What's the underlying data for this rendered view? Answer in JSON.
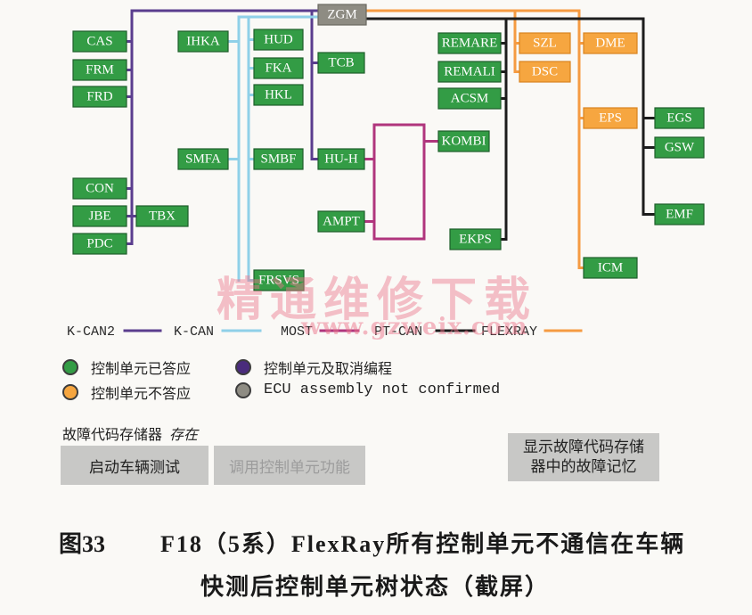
{
  "network": {
    "gateway": {
      "label": "ZGM",
      "status": "not_confirmed"
    },
    "ecus": [
      {
        "label": "CAS",
        "status": "responding"
      },
      {
        "label": "FRM",
        "status": "responding"
      },
      {
        "label": "FRD",
        "status": "responding"
      },
      {
        "label": "CON",
        "status": "responding"
      },
      {
        "label": "JBE",
        "status": "responding"
      },
      {
        "label": "PDC",
        "status": "responding"
      },
      {
        "label": "TBX",
        "status": "responding"
      },
      {
        "label": "IHKA",
        "status": "responding"
      },
      {
        "label": "HUD",
        "status": "responding"
      },
      {
        "label": "FKA",
        "status": "responding"
      },
      {
        "label": "HKL",
        "status": "responding"
      },
      {
        "label": "SMFA",
        "status": "responding"
      },
      {
        "label": "SMBF",
        "status": "responding"
      },
      {
        "label": "FRSVS",
        "status": "responding"
      },
      {
        "label": "TCB",
        "status": "responding"
      },
      {
        "label": "HU-H",
        "status": "responding"
      },
      {
        "label": "AMPT",
        "status": "responding"
      },
      {
        "label": "KOMBI",
        "status": "responding"
      },
      {
        "label": "REMARE",
        "status": "responding"
      },
      {
        "label": "REMALI",
        "status": "responding"
      },
      {
        "label": "ACSM",
        "status": "responding"
      },
      {
        "label": "EKPS",
        "status": "responding"
      },
      {
        "label": "SZL",
        "status": "not_responding"
      },
      {
        "label": "DSC",
        "status": "not_responding"
      },
      {
        "label": "DME",
        "status": "not_responding"
      },
      {
        "label": "EPS",
        "status": "not_responding"
      },
      {
        "label": "ICM",
        "status": "responding"
      },
      {
        "label": "EGS",
        "status": "responding"
      },
      {
        "label": "GSW",
        "status": "responding"
      },
      {
        "label": "EMF",
        "status": "responding"
      }
    ]
  },
  "bus_legend": [
    "K-CAN2",
    "K-CAN",
    "MOST",
    "PT-CAN",
    "FLEXRAY"
  ],
  "status_legend": [
    "控制单元已答应",
    "控制单元及取消编程",
    "控制单元不答应",
    "ECU assembly not confirmed"
  ],
  "fault_memory": {
    "label": "故障代码存储器",
    "state": "存在"
  },
  "buttons": {
    "start_vehicle_test": "启动车辆测试",
    "call_ecu_functions": "调用控制单元功能",
    "show_fault_memory": "显示故障代码存储器中的故障记忆"
  },
  "caption": {
    "figure": "图33",
    "line1": "F18（5系）FlexRay所有控制单元不通信在车辆",
    "line2": "快测后控制单元树状态（截屏）"
  },
  "watermark": {
    "title": "精通维修下载",
    "url": "www.gzweix.com"
  },
  "colors": {
    "k_can2": "#5a3d8e",
    "k_can": "#8fd0e8",
    "most": "#b0357d",
    "pt_can": "#1c1c1c",
    "flexray": "#f59b42",
    "responding": "#339c45",
    "not_responding": "#f6a640",
    "not_confirmed": "#8e8c83",
    "programming": "#4a2c7c"
  }
}
